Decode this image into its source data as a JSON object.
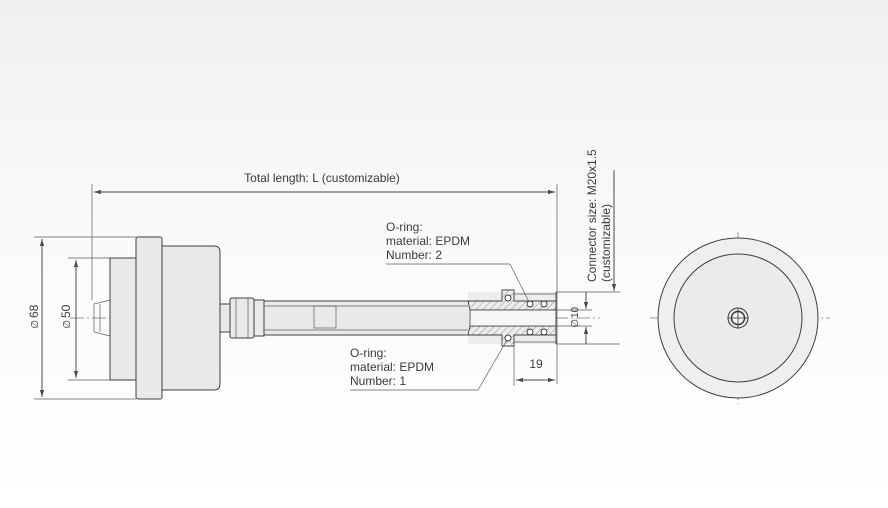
{
  "labels": {
    "total_length": "Total length: L (customizable)",
    "oring_top": [
      "O-ring:",
      "material: EPDM",
      "Number: 2"
    ],
    "oring_bottom": [
      "O-ring:",
      "material: EPDM",
      "Number: 1"
    ],
    "connector": [
      "Connector size: M20x1.5",
      "(customizable)"
    ],
    "dim_68": "68",
    "dim_50": "50",
    "dim_10": "10",
    "dim_19": "19",
    "diameter_symbol": "∅"
  }
}
